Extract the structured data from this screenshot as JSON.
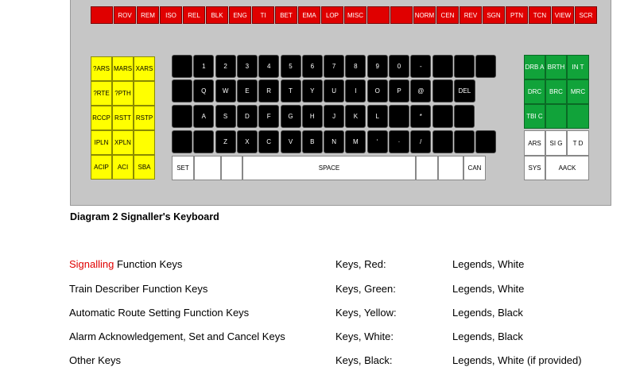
{
  "colors": {
    "red": "#e00000",
    "green": "#11a33a",
    "yellow": "#ffff00",
    "white": "#ffffff",
    "black": "#000000",
    "panel": "#c6c6c6",
    "highlight": "#e00000"
  },
  "red_keys": [
    "",
    "ROV",
    "REM",
    "ISO",
    "REL",
    "BLK",
    "ENG",
    "TI",
    "BET",
    "EMA",
    "LOP",
    "MISC",
    "",
    "",
    "NORM",
    "CEN",
    "REV",
    "SGN",
    "PTN",
    "TCN",
    "VIEW",
    "SCR"
  ],
  "yellow_keys": [
    "?ARS",
    "MARS",
    "XARS",
    "?RTE",
    "?PTH",
    "",
    "RCCP",
    "RSTT",
    "RSTP",
    "IPLN",
    "XPLN",
    "",
    "ACIP",
    "ACI",
    "SBA"
  ],
  "keyboard": {
    "row1": [
      "",
      "1",
      "2",
      "3",
      "4",
      "5",
      "6",
      "7",
      "8",
      "9",
      "0",
      "-",
      "",
      "",
      ""
    ],
    "row2": [
      "",
      "Q",
      "W",
      "E",
      "R",
      "T",
      "Y",
      "U",
      "I",
      "O",
      "P",
      "@",
      "",
      "DEL"
    ],
    "row3": [
      "",
      "A",
      "S",
      "D",
      "F",
      "G",
      "H",
      "J",
      "K",
      "L",
      "",
      "*",
      "",
      ""
    ],
    "row4": [
      "",
      "",
      "Z",
      "X",
      "C",
      "V",
      "B",
      "N",
      "M",
      "‘",
      "·",
      "/",
      "",
      "",
      ""
    ],
    "row5": {
      "set": "SET",
      "space": "SPACE",
      "can": "CAN"
    }
  },
  "right_keys": {
    "green": [
      "DRB A",
      "BRTH",
      "IN T",
      "DRC",
      "BRC",
      "MRC",
      "TBI C",
      "",
      ""
    ],
    "white_row": [
      "ARS",
      "SI G",
      "T D"
    ],
    "bottom": [
      "SYS",
      "AACK"
    ]
  },
  "caption": "Diagram 2 Signaller's Keyboard",
  "legend": [
    {
      "highlight": "Signalling",
      "name": " Function Keys",
      "keys": "Keys, Red:",
      "legends": "Legends, White"
    },
    {
      "highlight": "",
      "name": "Train Describer Function Keys",
      "keys": "Keys, Green:",
      "legends": "Legends, White"
    },
    {
      "highlight": "",
      "name": "Automatic Route Setting Function Keys",
      "keys": "Keys, Yellow:",
      "legends": "Legends, Black"
    },
    {
      "highlight": "",
      "name": "Alarm Acknowledgement, Set and Cancel Keys",
      "keys": "Keys, White:",
      "legends": "Legends, Black"
    },
    {
      "highlight": "",
      "name": "Other Keys",
      "keys": "Keys, Black:",
      "legends": "Legends, White (if provided)"
    }
  ]
}
